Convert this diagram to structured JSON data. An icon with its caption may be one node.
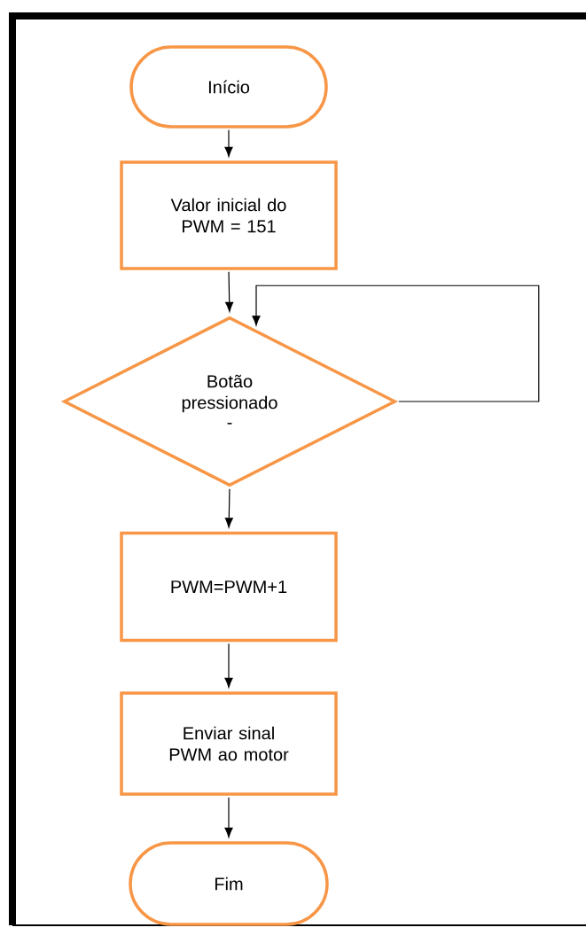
{
  "diagram": {
    "nodes": [
      {
        "text": [
          "Início"
        ]
      },
      {
        "text": [
          "Valor inicial do PWM = 151"
        ]
      },
      {
        "text": [
          "Botão pressionado",
          "-"
        ]
      },
      {
        "text": [
          "PWM=PWM+1"
        ]
      },
      {
        "text": [
          "Enviar sinal PWM ao motor"
        ]
      },
      {
        "text": [
          "Fim"
        ]
      }
    ],
    "edges": [
      {
        "from": 0,
        "to": 1,
        "arrow": "to"
      },
      {
        "from": 1,
        "to": 2,
        "arrow": "to"
      },
      {
        "from": 2,
        "to": 2,
        "arrow": "to"
      },
      {
        "from": 2,
        "to": 3,
        "arrow": "to"
      },
      {
        "from": 3,
        "to": 4,
        "arrow": "to"
      },
      {
        "from": 4,
        "to": 5,
        "arrow": "to"
      }
    ]
  }
}
